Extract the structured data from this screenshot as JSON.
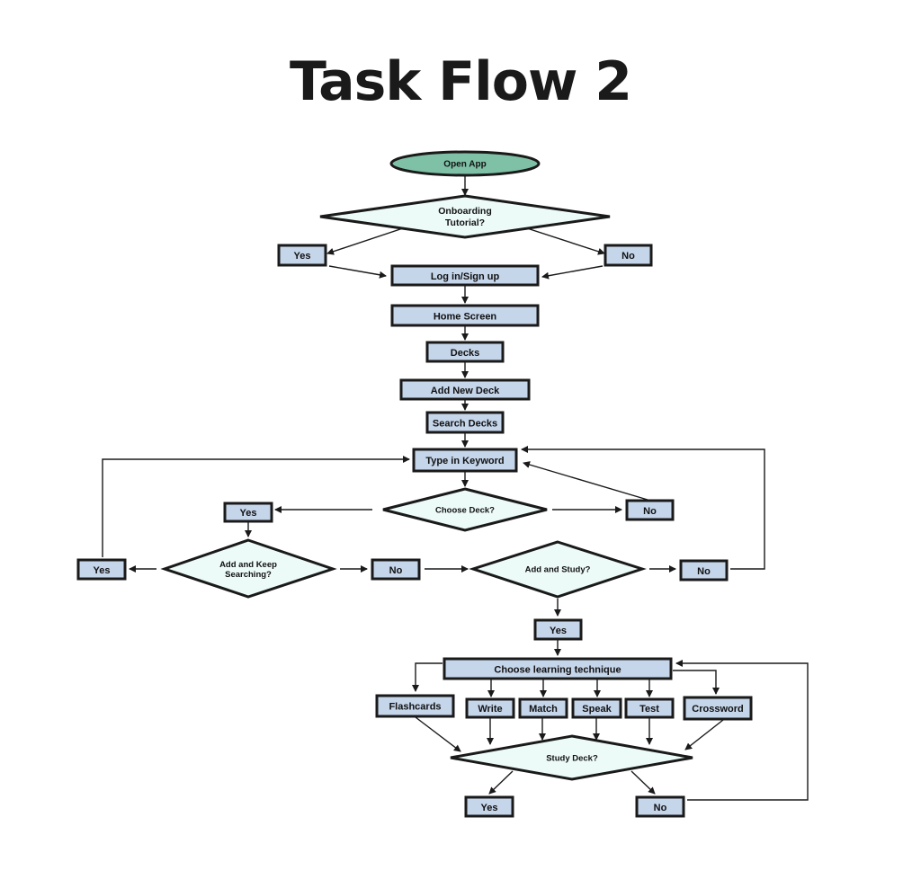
{
  "title": "Task Flow 2",
  "nodes": {
    "open_app": "Open App",
    "onboarding_line1": "Onboarding",
    "onboarding_line2": "Tutorial?",
    "onboarding_yes": "Yes",
    "onboarding_no": "No",
    "login": "Log in/Sign up",
    "home": "Home Screen",
    "decks": "Decks",
    "add_new_deck": "Add New Deck",
    "search_decks": "Search Decks",
    "type_keyword": "Type in Keyword",
    "choose_deck": "Choose Deck?",
    "choose_deck_yes": "Yes",
    "choose_deck_no": "No",
    "keep_search_line1": "Add and Keep",
    "keep_search_line2": "Searching?",
    "keep_search_yes": "Yes",
    "keep_search_no": "No",
    "add_study": "Add and Study?",
    "add_study_no": "No",
    "add_study_yes": "Yes",
    "choose_technique": "Choose learning technique",
    "flashcards": "Flashcards",
    "write": "Write",
    "match": "Match",
    "speak": "Speak",
    "test": "Test",
    "crossword": "Crossword",
    "study_deck": "Study Deck?",
    "study_yes": "Yes",
    "study_no": "No"
  },
  "colors": {
    "box_fill": "#c5d5ea",
    "diamond_fill": "#ecfaf8",
    "oval_fill": "#7fc1a7",
    "stroke": "#1a1a1a"
  }
}
